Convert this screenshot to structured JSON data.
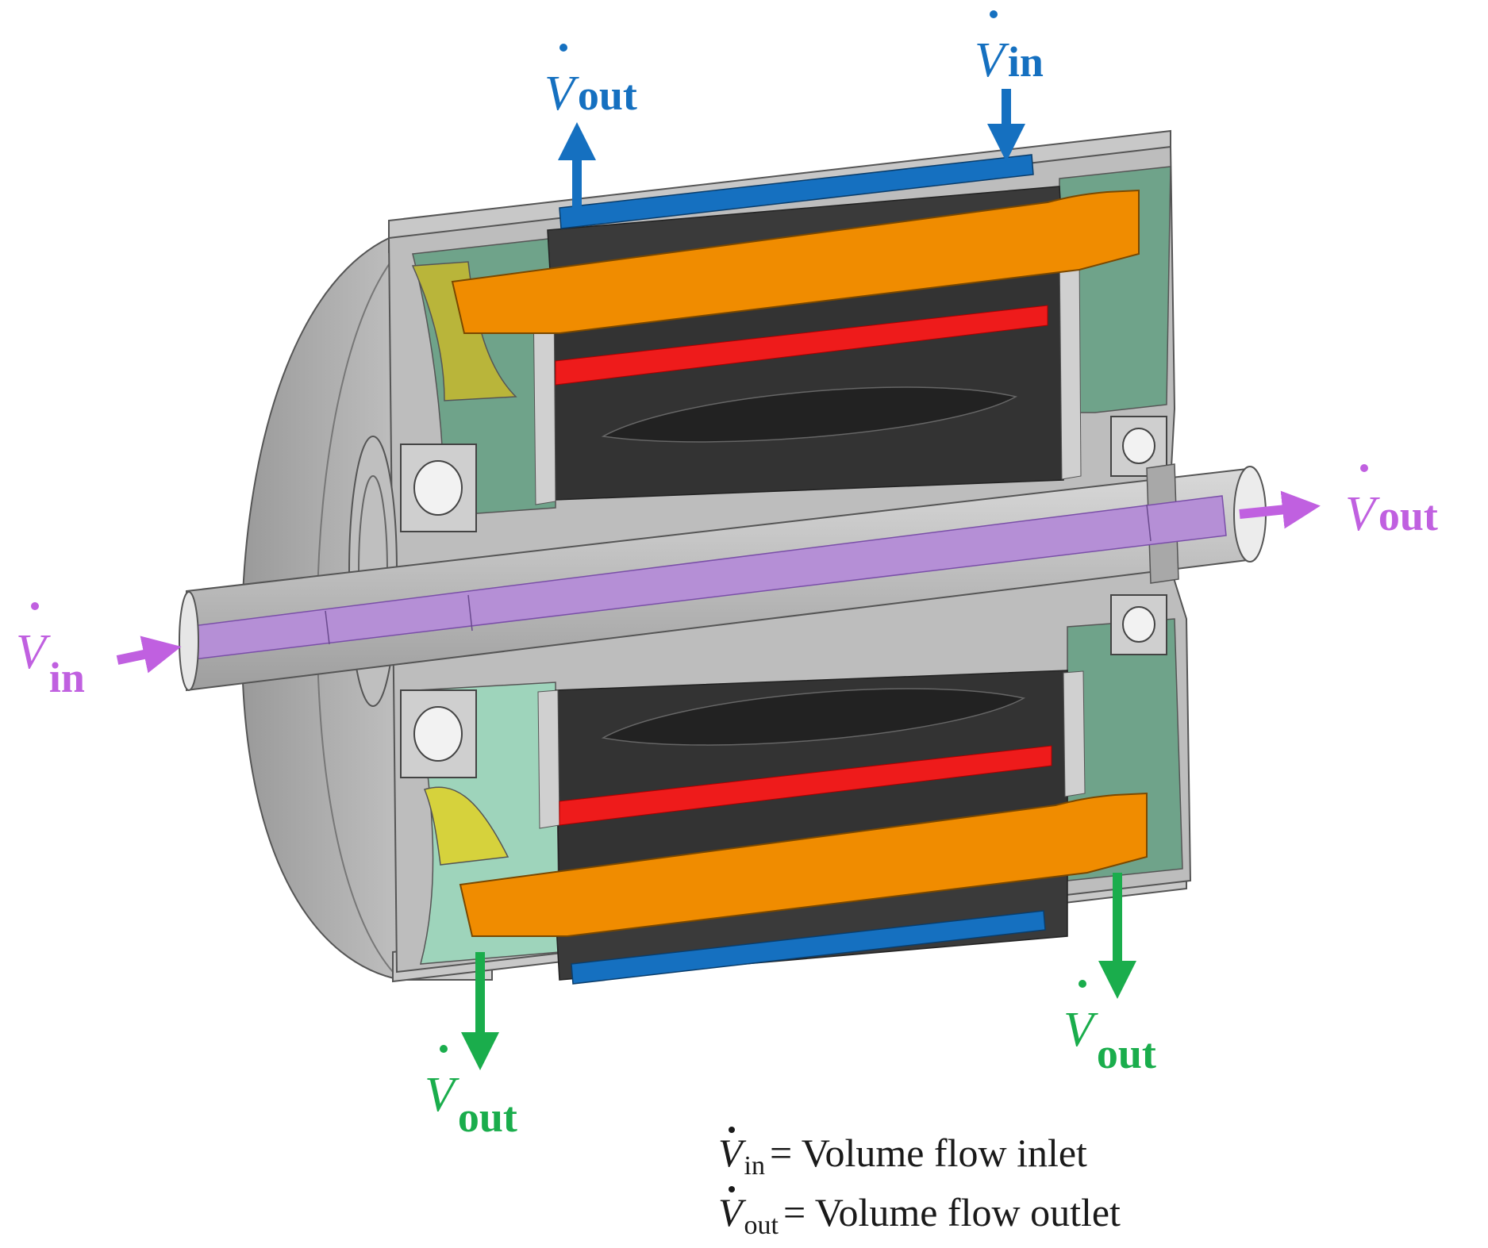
{
  "symbol": "V",
  "labels": {
    "top_out": {
      "sub": "out",
      "color": "#1570c0"
    },
    "top_in": {
      "sub": "in",
      "color": "#1570c0"
    },
    "right_out": {
      "sub": "out",
      "color": "#c060e0"
    },
    "left_in": {
      "sub": "in",
      "color": "#c060e0"
    },
    "bottom_right_out": {
      "sub": "out",
      "color": "#1aad4c"
    },
    "bottom_left_out": {
      "sub": "out",
      "color": "#1aad4c"
    }
  },
  "legend": [
    {
      "sub": "in",
      "text": "= Volume flow inlet"
    },
    {
      "sub": "out",
      "text": "= Volume flow outlet"
    }
  ],
  "colors": {
    "housing": "#b4b4b4",
    "housing_dark": "#8c8c8c",
    "coolant_jacket": "#1570c0",
    "winding": "#f08c00",
    "magnet": "#ee1b1b",
    "core": "#333333",
    "shaft_channel": "#b58fd6",
    "end_space": "#6fa38a",
    "end_space_light": "#9ed4bb",
    "yellow_part": "#b9b53a"
  },
  "icons": [
    "flow-arrow-icon"
  ]
}
